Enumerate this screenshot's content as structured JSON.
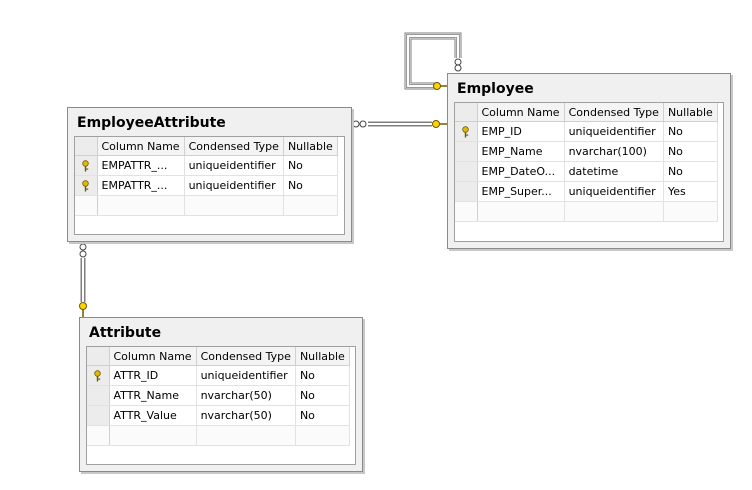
{
  "colors": {
    "connector_line": "#7f7f7f",
    "endpoint_fill": "#ffd200",
    "key_fill": "#e6b800"
  },
  "tables": {
    "employee": {
      "title": "Employee",
      "headers": [
        "Column Name",
        "Condensed Type",
        "Nullable"
      ],
      "rows": [
        {
          "key": true,
          "name": "EMP_ID",
          "type": "uniqueidentifier",
          "nullable": "No"
        },
        {
          "key": false,
          "name": "EMP_Name",
          "type": "nvarchar(100)",
          "nullable": "No"
        },
        {
          "key": false,
          "name": "EMP_DateO...",
          "type": "datetime",
          "nullable": "No"
        },
        {
          "key": false,
          "name": "EMP_Super...",
          "type": "uniqueidentifier",
          "nullable": "Yes"
        }
      ]
    },
    "employee_attribute": {
      "title": "EmployeeAttribute",
      "headers": [
        "Column Name",
        "Condensed Type",
        "Nullable"
      ],
      "rows": [
        {
          "key": true,
          "name": "EMPATTR_...",
          "type": "uniqueidentifier",
          "nullable": "No"
        },
        {
          "key": true,
          "name": "EMPATTR_...",
          "type": "uniqueidentifier",
          "nullable": "No"
        }
      ]
    },
    "attribute": {
      "title": "Attribute",
      "headers": [
        "Column Name",
        "Condensed Type",
        "Nullable"
      ],
      "rows": [
        {
          "key": true,
          "name": "ATTR_ID",
          "type": "uniqueidentifier",
          "nullable": "No"
        },
        {
          "key": false,
          "name": "ATTR_Name",
          "type": "nvarchar(50)",
          "nullable": "No"
        },
        {
          "key": false,
          "name": "ATTR_Value",
          "type": "nvarchar(50)",
          "nullable": "No"
        }
      ]
    }
  },
  "relationships": [
    {
      "from": "employee",
      "to": "employee",
      "end_from": "many",
      "end_to": "one"
    },
    {
      "from": "employee_attribute",
      "to": "employee",
      "end_from": "many",
      "end_to": "one"
    },
    {
      "from": "employee_attribute",
      "to": "attribute",
      "end_from": "many",
      "end_to": "one"
    }
  ]
}
